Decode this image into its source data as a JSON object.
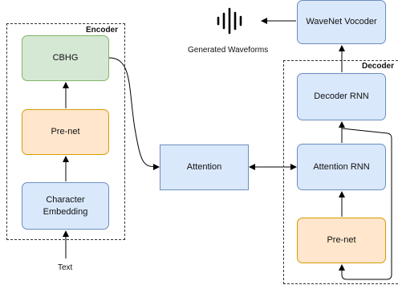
{
  "encoder": {
    "label": "Encoder",
    "cbhg": "CBHG",
    "prenet": "Pre-net",
    "embedding_line1": "Character",
    "embedding_line2": "Embedding"
  },
  "decoder": {
    "label": "Decoder",
    "decoder_rnn": "Decoder RNN",
    "attention_rnn": "Attention RNN",
    "prenet": "Pre-net"
  },
  "attention": "Attention",
  "vocoder": "WaveNet Vocoder",
  "waveforms_caption": "Generated Waveforms",
  "input_caption": "Text",
  "icons": {
    "waveform": "sound-wave-icon"
  },
  "colors": {
    "green_fill": "#d5e8d4",
    "green_border": "#82b366",
    "orange_fill": "#ffe6cc",
    "orange_border": "#d79b00",
    "blue_fill": "#dae8fc",
    "blue_border": "#6c8ebf"
  }
}
